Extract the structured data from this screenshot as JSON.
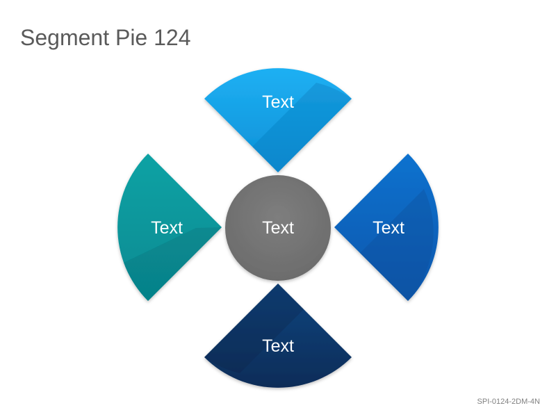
{
  "slide": {
    "title": "Segment Pie 124",
    "footer_code": "SPI-0124-2DM-4N"
  },
  "diagram": {
    "center": {
      "label": "Text",
      "color": "#777777"
    },
    "segments": [
      {
        "id": "top",
        "label": "Text",
        "color": "#0aa5ee",
        "shade": "#0578b9"
      },
      {
        "id": "right",
        "label": "Text",
        "color": "#0a66c4",
        "shade": "#044c98"
      },
      {
        "id": "bottom",
        "label": "Text",
        "color": "#0f3a70",
        "shade": "#0a2448"
      },
      {
        "id": "left",
        "label": "Text",
        "color": "#0a999e",
        "shade": "#05727b"
      }
    ]
  }
}
